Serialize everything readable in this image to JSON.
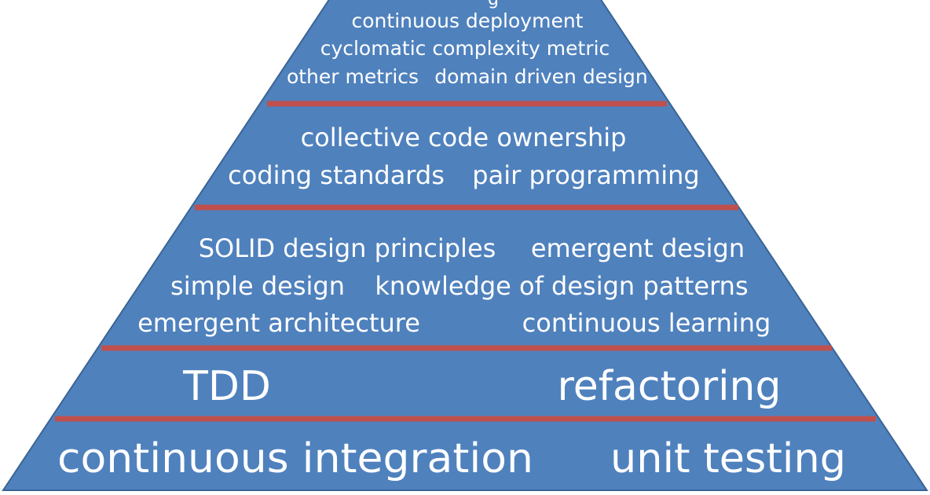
{
  "pyramid": {
    "fill_color": "#4f81bd",
    "outline_color": "#3a6494",
    "divider_color": "#c0504d",
    "text_color": "#ffffff",
    "layers": [
      {
        "id": "top",
        "items": [
          "continuous deployment",
          "cyclomatic complexity metric",
          "other metrics",
          "domain driven design"
        ]
      },
      {
        "id": "practices",
        "items": [
          "collective code ownership",
          "coding standards",
          "pair programming"
        ]
      },
      {
        "id": "design",
        "items": [
          "SOLID design principles",
          "emergent design",
          "simple design",
          "knowledge of design patterns",
          "emergent architecture",
          "continuous learning"
        ]
      },
      {
        "id": "tdd",
        "items": [
          "TDD",
          "refactoring"
        ]
      },
      {
        "id": "base",
        "items": [
          "continuous integration",
          "unit testing"
        ]
      }
    ]
  }
}
